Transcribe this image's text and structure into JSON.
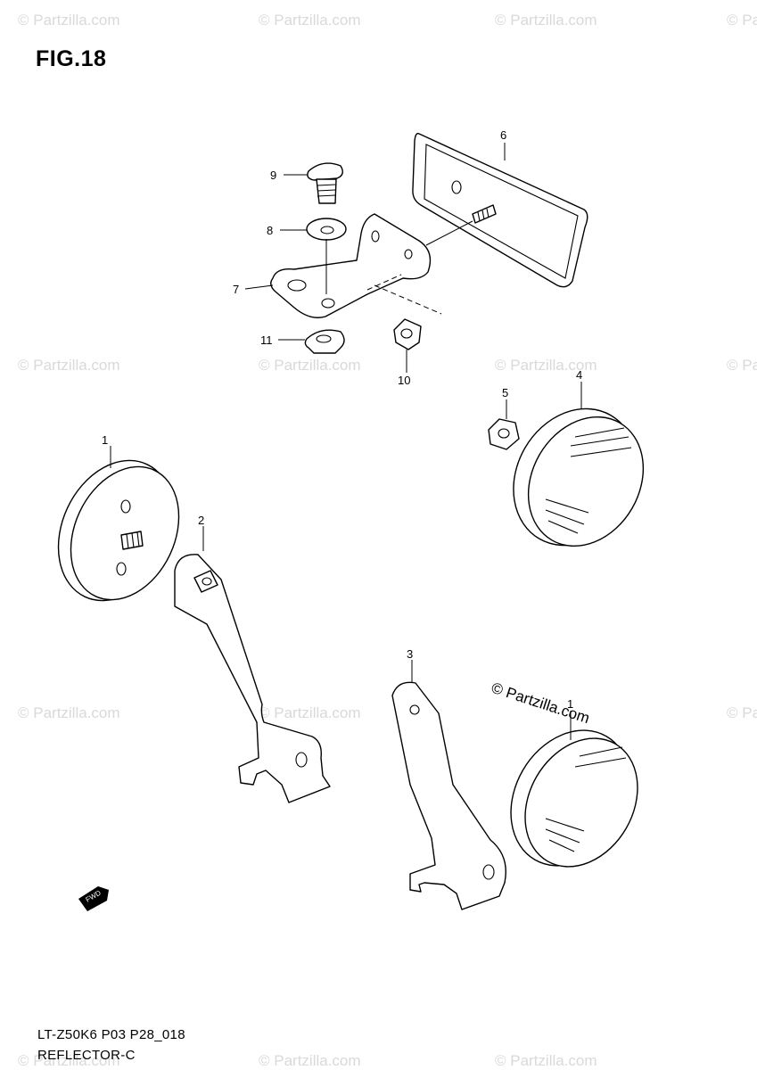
{
  "figure": {
    "title": "FIG.18",
    "code": "LT-Z50K6 P03 P28_018",
    "name": "REFLECTOR-C"
  },
  "watermark": {
    "text": "© Partzilla.com",
    "prominent_text": "© Partzilla.com"
  },
  "callouts": [
    "1",
    "2",
    "3",
    "4",
    "5",
    "6",
    "7",
    "8",
    "9",
    "10",
    "11",
    "1"
  ],
  "fwd_label": "FWD"
}
